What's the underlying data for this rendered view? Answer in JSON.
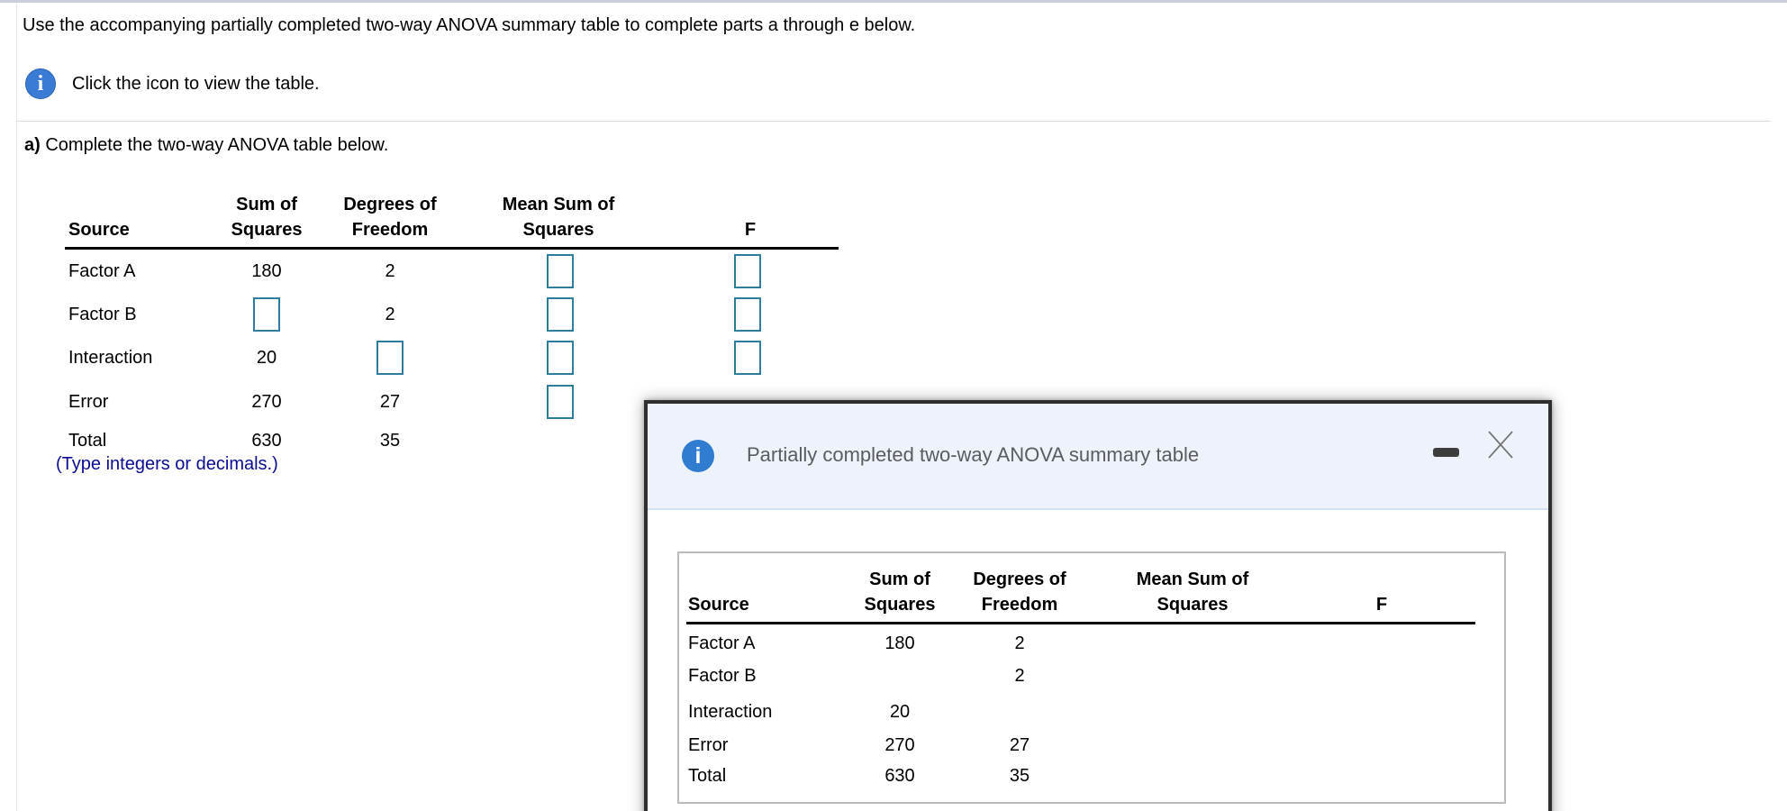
{
  "colors": {
    "answer_box_border": "#2e7d9e",
    "info_icon_blue": "#2f7cd1",
    "type_hint_navy": "#0b0b94",
    "dialog_header_bg": "#edf2fb",
    "dialog_frame": "#2f2f2f",
    "dialog_title_gray": "#5a5c5f",
    "top_accent_bar": "#c9cedb"
  },
  "icons": {
    "info_glyph": "i"
  },
  "page": {
    "top_instruction": "Use the accompanying partially completed two-way ANOVA summary table to complete parts a through e below.",
    "icon_hint": "Click the icon to view the table.",
    "part_a_label": "a)",
    "part_a_text": " Complete the two-way ANOVA table below.",
    "type_hint": "(Type integers or decimals.)"
  },
  "answer_table": {
    "header": {
      "sum_of": "Sum of",
      "degrees_of": "Degrees of",
      "mean_sum_of": "Mean Sum of",
      "source": "Source",
      "squares": "Squares",
      "freedom": "Freedom",
      "squares2": "Squares",
      "f": "F"
    },
    "rows": [
      {
        "source": "Factor A",
        "ss": "180",
        "df": "2"
      },
      {
        "source": "Factor B",
        "df": "2"
      },
      {
        "source": "Interaction",
        "ss": "20"
      },
      {
        "source": "Error",
        "ss": "270",
        "df": "27"
      },
      {
        "source": "Total",
        "ss": "630",
        "df": "35"
      }
    ]
  },
  "dialog": {
    "title": "Partially completed two-way ANOVA summary table",
    "table": {
      "header": {
        "sum_of": "Sum of",
        "degrees_of": "Degrees of",
        "mean_sum_of": "Mean Sum of",
        "source": "Source",
        "squares": "Squares",
        "freedom": "Freedom",
        "squares2": "Squares",
        "f": "F"
      },
      "rows": [
        {
          "source": "Factor A",
          "ss": "180",
          "df": "2"
        },
        {
          "source": "Factor B",
          "df": "2"
        },
        {
          "source": "Interaction",
          "ss": "20"
        },
        {
          "source": "Error",
          "ss": "270",
          "df": "27"
        },
        {
          "source": "Total",
          "ss": "630",
          "df": "35"
        }
      ]
    }
  }
}
